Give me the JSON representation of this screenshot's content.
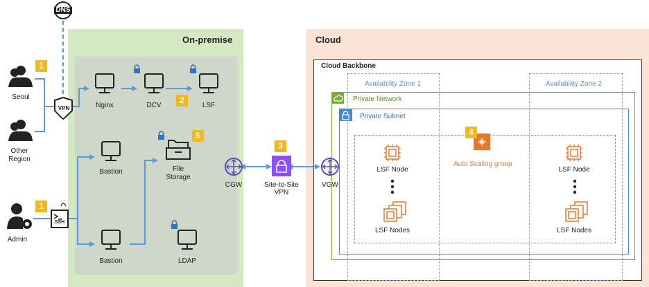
{
  "onprem": {
    "title": "On-premise"
  },
  "cloud": {
    "title": "Cloud",
    "backbone": "Cloud Backbone"
  },
  "zones": {
    "az1": "Availability Zone 1",
    "az2": "Availability Zone 2"
  },
  "network": {
    "private_network": "Private Network",
    "private_subnet": "Private Subnet",
    "asg": "Auto Scaling group"
  },
  "users": {
    "seoul": "Seoul",
    "other_l1": "Other",
    "other_l2": "Region",
    "admin": "Admin"
  },
  "icons_text": {
    "dns": "DNS",
    "vpn": "VPN",
    "ssh": "SSH"
  },
  "servers": {
    "nginx": "Nginx",
    "dcv": "DCV",
    "lsf": "LSF",
    "bastion1": "Bastion",
    "bastion2": "Bastion",
    "ldap": "LDAP",
    "file_l1": "File",
    "file_l2": "Storage"
  },
  "gateways": {
    "cgw": "CGW",
    "vgw": "VGW",
    "s2s_l1": "Site-to-Site",
    "s2s_l2": "VPN"
  },
  "lsf_nodes": {
    "node": "LSF Node",
    "nodes": "LSF Nodes"
  },
  "badges": {
    "b1a": "1",
    "b1b": "1",
    "b2": "2",
    "b3": "3",
    "b4": "4",
    "b5": "5"
  },
  "colors": {
    "onprem_bg": "#d5e8c4",
    "inner_bg": "#cfd7cb",
    "cloud_bg": "#fbe3d6",
    "arrow": "#5b9bd5",
    "badge": "#f5b81c",
    "aws_orange": "#e8772e",
    "vpn_purple": "#8c4fff",
    "private_network": "#7aab3c",
    "private_subnet": "#4a88c7"
  }
}
